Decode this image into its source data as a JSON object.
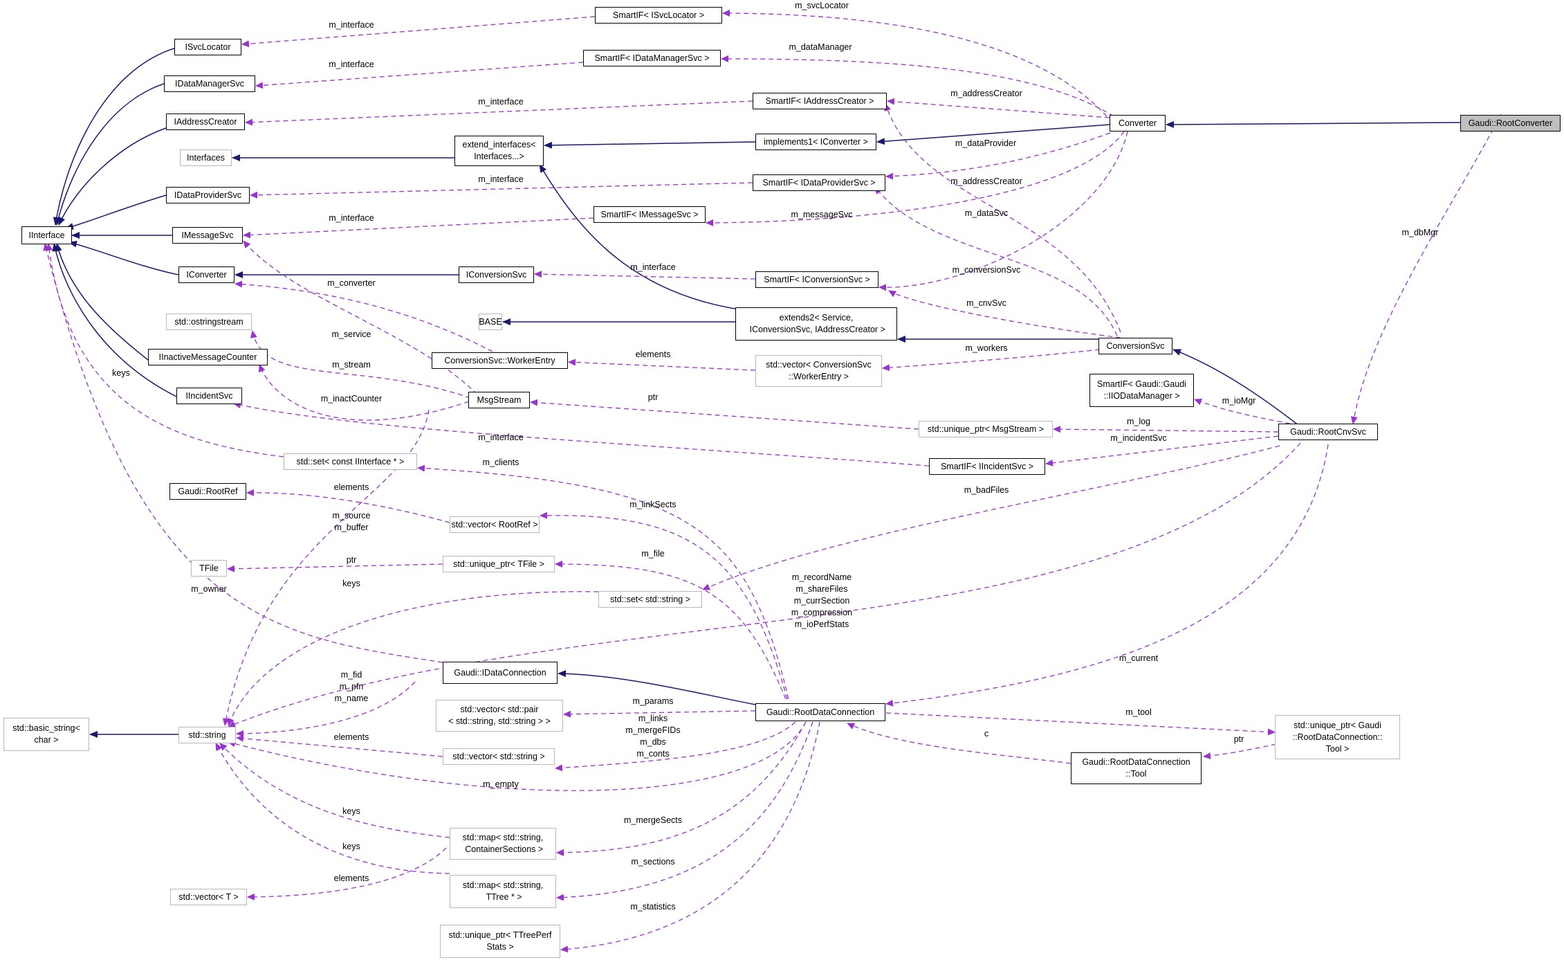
{
  "colors": {
    "inherit": "#191970",
    "usage": "#9a32cd",
    "focus_fill": "#bfbfbf",
    "external_border": "#b8b8b8"
  },
  "nodes": {
    "iinterface": "IInterface",
    "isvclocator": "ISvcLocator",
    "idatamanagersvc": "IDataManagerSvc",
    "iaddresscreator": "IAddressCreator",
    "interfaces": "Interfaces",
    "idataprovidersvc": "IDataProviderSvc",
    "imessagesvc": "IMessageSvc",
    "iconverter": "IConverter",
    "ostringstream": "std::ostringstream",
    "iinactivemessagecounter": "IInactiveMessageCounter",
    "iincidentsvc": "IIncidentSvc",
    "rootref": "Gaudi::RootRef",
    "tfile": "TFile",
    "basic_string": "std::basic_string<\nchar >",
    "string": "std::string",
    "vector_t": "std::vector< T >",
    "smartif_isvclocator": "SmartIF< ISvcLocator >",
    "smartif_idatamanagersvc": "SmartIF< IDataManagerSvc >",
    "smartif_iaddresscreator": "SmartIF< IAddressCreator >",
    "extend_interfaces": "extend_interfaces<\nInterfaces...>",
    "implements1": "implements1< IConverter >",
    "smartif_idataprovidersvc": "SmartIF< IDataProviderSvc >",
    "smartif_imessagesvc": "SmartIF< IMessageSvc >",
    "iconversionsvc": "IConversionSvc",
    "smartif_iconversionsvc": "SmartIF< IConversionSvc >",
    "base": "BASE",
    "extends2": "extends2< Service,\n IConversionSvc, IAddressCreator >",
    "workerentry": "ConversionSvc::WorkerEntry",
    "vector_workerentry": "std::vector< ConversionSvc\n::WorkerEntry >",
    "msgstream": "MsgStream",
    "set_iinterface": "std::set< const IInterface * >",
    "vector_rootref": "std::vector< RootRef >",
    "unique_ptr_tfile": "std::unique_ptr< TFile >",
    "set_string": "std::set< std::string >",
    "idataconnection": "Gaudi::IDataConnection",
    "vector_pair": "std::vector< std::pair\n< std::string, std::string > >",
    "vector_string": "std::vector< std::string >",
    "map_containersections": "std::map< std::string,\n ContainerSections >",
    "map_ttree": "std::map< std::string,\n TTree * >",
    "unique_ptr_ttreeperfstats": "std::unique_ptr< TTreePerf\nStats >",
    "converter": "Converter",
    "rootconverter": "Gaudi::RootConverter",
    "conversionsvc": "ConversionSvc",
    "smartif_iiodatamanager": "SmartIF< Gaudi::Gaudi\n::IIODataManager >",
    "unique_ptr_msgstream": "std::unique_ptr< MsgStream >",
    "smartif_iincidentsvc": "SmartIF< IIncidentSvc >",
    "rootcnvsvc": "Gaudi::RootCnvSvc",
    "rootdataconnection": "Gaudi::RootDataConnection",
    "rootdataconnection_tool": "Gaudi::RootDataConnection\n::Tool",
    "unique_ptr_tool": "std::unique_ptr< Gaudi\n::RootDataConnection::\nTool >"
  },
  "labels": {
    "m_svcLocator": "m_svcLocator",
    "m_interface_isvclocator": "m_interface",
    "m_dataManager": "m_dataManager",
    "m_interface_idatamanagersvc": "m_interface",
    "m_addressCreator_1": "m_addressCreator",
    "m_interface_iaddresscreator": "m_interface",
    "m_dataProvider": "m_dataProvider",
    "m_interface_idataprovidersvc": "m_interface",
    "m_addressCreator_2": "m_addressCreator",
    "m_dataSvc": "m_dataSvc",
    "m_messageSvc": "m_messageSvc",
    "m_interface_imessagesvc": "m_interface",
    "m_dbMgr": "m_dbMgr",
    "m_interface_iconversionsvc": "m_interface",
    "m_conversionSvc": "m_conversionSvc",
    "m_converter": "m_converter",
    "m_cnvSvc": "m_cnvSvc",
    "m_service": "m_service",
    "m_stream": "m_stream",
    "elements_workerentry": "elements",
    "m_workers": "m_workers",
    "m_inactCounter": "m_inactCounter",
    "keys_iinterface": "keys",
    "ptr_msgstream": "ptr",
    "m_ioMgr": "m_ioMgr",
    "m_log": "m_log",
    "m_interface_iincidentsvc": "m_interface",
    "m_incidentSvc": "m_incidentSvc",
    "m_clients": "m_clients",
    "elements_rootref": "elements",
    "m_badFiles": "m_badFiles",
    "m_linkSects": "m_linkSects",
    "m_source_buffer": "m_source\nm_buffer",
    "m_file": "m_file",
    "ptr_tfile": "ptr",
    "keys_string": "keys",
    "m_owner": "m_owner",
    "m_record_group": "m_recordName\nm_shareFiles\nm_currSection\nm_compression\nm_ioPerfStats",
    "m_current": "m_current",
    "m_fid_group": "m_fid\nm_pfn\nm_name",
    "m_params": "m_params",
    "m_tool": "m_tool",
    "elements_string": "elements",
    "m_links_group": "m_links\nm_mergeFIDs\nm_dbs\nm_conts",
    "c_tool": "c",
    "ptr_tool": "ptr",
    "m_empty": "m_empty",
    "keys_map_1": "keys",
    "m_mergeSects": "m_mergeSects",
    "keys_map_2": "keys",
    "elements_vector_t": "elements",
    "m_sections": "m_sections",
    "m_statistics": "m_statistics"
  }
}
